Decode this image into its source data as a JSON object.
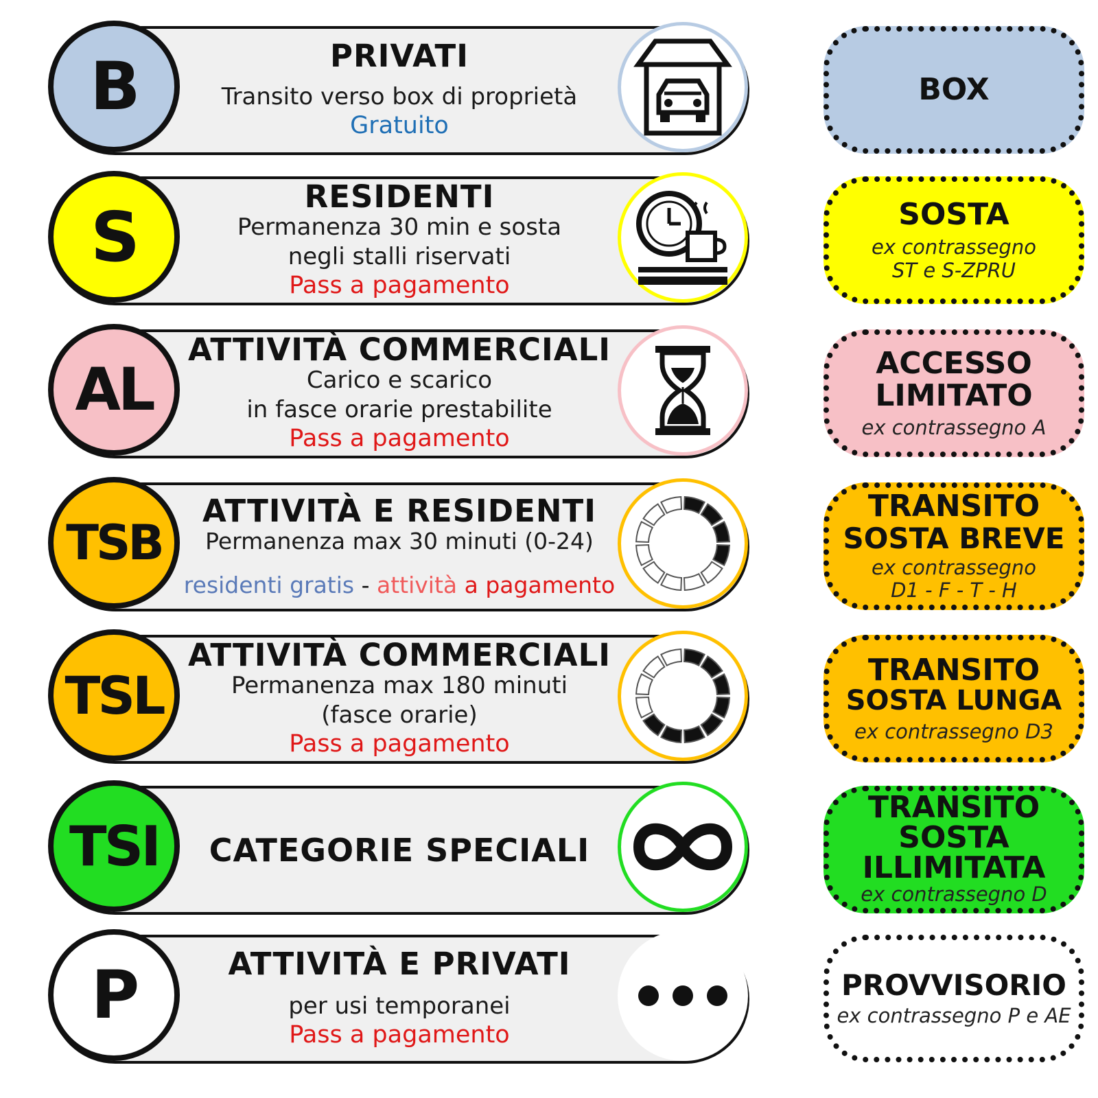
{
  "rows": [
    {
      "code": "B",
      "title": "PRIVATI",
      "lines": [
        "Transito verso box di proprietà"
      ],
      "price": "Gratuito",
      "color": "#b7cbe3",
      "icon": "garage-car-icon",
      "tag": {
        "title_lines": [
          "BOX"
        ],
        "sub_lines": []
      }
    },
    {
      "code": "S",
      "title": "RESIDENTI",
      "lines": [
        "Permanenza 30 min e sosta",
        "negli stalli riservati"
      ],
      "price": "Pass a pagamento",
      "color": "#ffff00",
      "icon": "clock-coffee-icon",
      "tag": {
        "title_lines": [
          "SOSTA"
        ],
        "sub_lines": [
          "ex contrassegno",
          "ST e S-ZPRU"
        ]
      }
    },
    {
      "code": "AL",
      "title": "ATTIVITÀ COMMERCIALI",
      "lines": [
        "Carico e scarico",
        "in fasce orarie prestabilite"
      ],
      "price": "Pass a pagamento",
      "color": "#f7c0c6",
      "icon": "hourglass-icon",
      "tag": {
        "title_lines": [
          "ACCESSO",
          "LIMITATO"
        ],
        "sub_lines": [
          "ex contrassegno A"
        ]
      }
    },
    {
      "code": "TSB",
      "title": "ATTIVITÀ E RESIDENTI",
      "lines": [
        "Permanenza max 30 minuti (0-24)"
      ],
      "price_parts": [
        "residenti gratis",
        " - ",
        "attività",
        " a pagamento"
      ],
      "color": "#ffc000",
      "icon": "ring-timer-icon",
      "fill": 0.3,
      "tag": {
        "title_lines": [
          "TRANSITO",
          "SOSTA BREVE"
        ],
        "sub_lines": [
          "ex contrassegno",
          "D1 - F - T - H"
        ]
      }
    },
    {
      "code": "TSL",
      "title": "ATTIVITÀ COMMERCIALI",
      "lines": [
        "Permanenza max 180 minuti",
        "(fasce orarie)"
      ],
      "price": "Pass a pagamento",
      "color": "#ffc000",
      "icon": "ring-timer-icon",
      "fill": 0.7,
      "tag": {
        "title_lines": [
          "TRANSITO",
          "SOSTA LUNGA"
        ],
        "sub_lines": [
          "ex contrassegno D3"
        ]
      }
    },
    {
      "code": "TSI",
      "title": "CATEGORIE SPECIALI",
      "lines": [],
      "price": "",
      "color": "#22dd22",
      "icon": "infinity-icon",
      "tag": {
        "title_lines": [
          "TRANSITO",
          "SOSTA",
          "ILLIMITATA"
        ],
        "sub_lines": [
          "ex contrassegno D"
        ]
      }
    },
    {
      "code": "P",
      "title": "ATTIVITÀ E PRIVATI",
      "lines": [
        "per usi temporanei"
      ],
      "price": "Pass a pagamento",
      "color": "#ffffff",
      "icon": "ellipsis-icon",
      "tag": {
        "title_lines": [
          "PROVVISORIO"
        ],
        "sub_lines": [
          "ex contrassegno P e AE"
        ]
      }
    }
  ]
}
